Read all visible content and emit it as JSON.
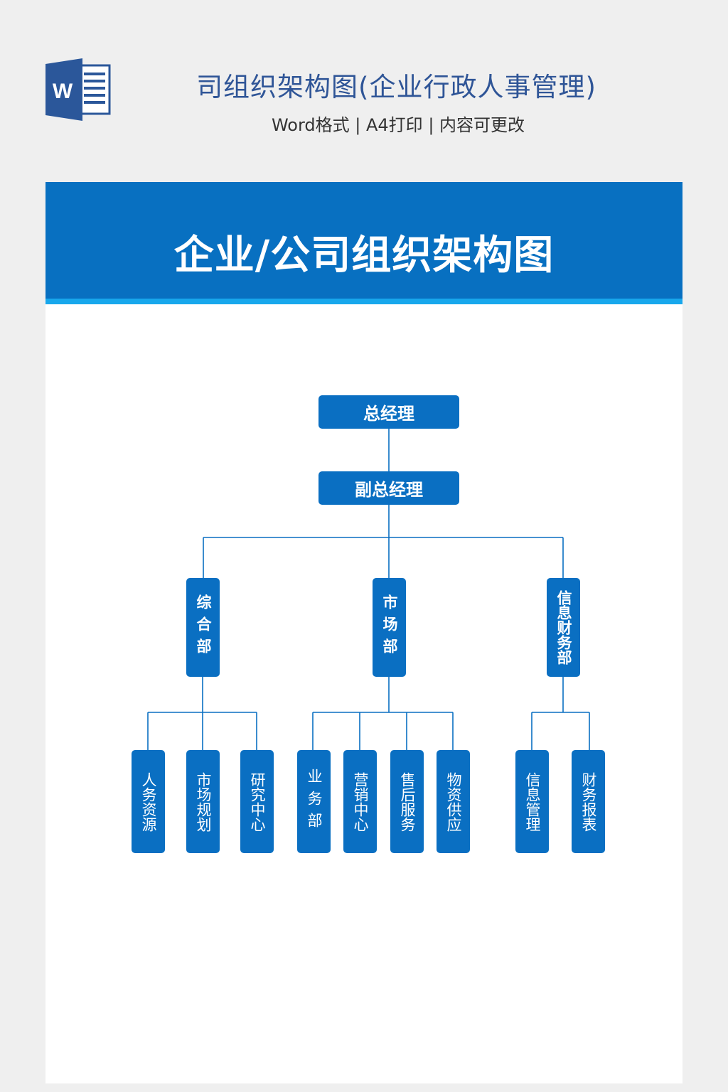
{
  "header": {
    "title": "司组织架构图(企业行政人事管理)",
    "subtitle": "Word格式 | A4打印 | 内容可更改",
    "icon": "word-icon",
    "icon_letter": "W"
  },
  "banner": {
    "title": "企业/公司组织架构图"
  },
  "colors": {
    "brand": "#0a6fc2",
    "stripe": "#18a7ec",
    "header_text": "#2f5597"
  },
  "org": {
    "ceo": "总经理",
    "deputy": "副总经理",
    "departments": [
      {
        "name": "综合部",
        "units": [
          "人务资源",
          "市场规划",
          "研究中心"
        ]
      },
      {
        "name": "市场部",
        "units": [
          "业务部",
          "营销中心",
          "售后服务",
          "物资供应"
        ]
      },
      {
        "name": "信息财务部",
        "units": [
          "信息管理",
          "财务报表"
        ]
      }
    ]
  }
}
